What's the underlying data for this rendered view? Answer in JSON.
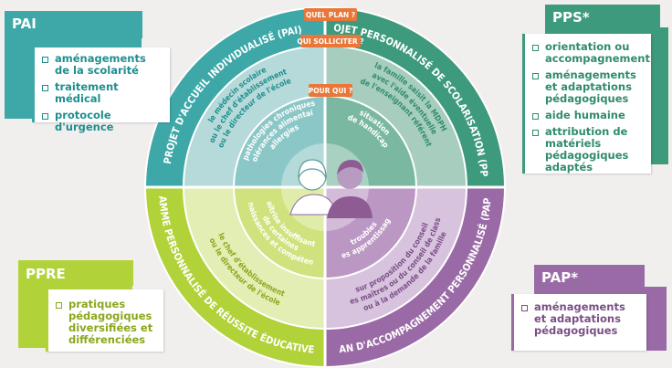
{
  "colors": {
    "teal": "#3ea8a9",
    "green": "#3e9a7c",
    "lime": "#b2d23a",
    "purple": "#9a6aa6",
    "orange": "#e9773a",
    "tab_yellow": "#ccd34a",
    "tab_purple": "#b493c5",
    "text_teal": "#1f8e8f",
    "text_green": "#2f8c6c",
    "text_lime": "#8aa71c",
    "text_purple": "#7a4f87"
  },
  "cards": {
    "pai": {
      "title": "PAI",
      "items": [
        "aménagements de la scolarité",
        "traitement médical",
        "protocole d'urgence"
      ]
    },
    "pps": {
      "title": "PPS*",
      "items": [
        "orientation ou accompagnement",
        "aménagements et adaptations pédagogiques",
        "aide humaine",
        "attribution de matériels pédagogiques adaptés"
      ]
    },
    "ppre": {
      "title": "PPRE",
      "items": [
        "pratiques pédagogiques diversifiées et différenciées"
      ]
    },
    "pap": {
      "title": "PAP*",
      "items": [
        "aménagements et adaptations pédagogiques"
      ]
    }
  },
  "badges": {
    "quel_plan": "QUEL PLAN ?",
    "qui_solliciter": "QUI SOLLICITER ?",
    "pour_qui": "POUR QUI ?"
  },
  "outer_ring": {
    "pai": "PROJET D'ACCUEIL INDIVIDUALISÉ (PAI)",
    "pps": "PROJET PERSONNALISÉ DE SCOLARISATION (PPS)*",
    "ppre": "PROGRAMME PERSONNALISÉ DE RÉUSSITE ÉDUCATIVE (PPRE)",
    "pap": "PLAN D'ACCOMPAGNEMENT PERSONNALISÉ (PAP)*"
  },
  "middle_ring": {
    "pai": [
      "le médecin scolaire",
      "ou le chef d'établissement",
      "ou le directeur de l'école"
    ],
    "pps": [
      "la famille saisit la MDPH",
      "avec l'aide éventuelle",
      "de l'enseignant référent"
    ],
    "ppre": [
      "le chef d'établissement",
      "ou le directeur de l'école"
    ],
    "pap": [
      "sur proposition du conseil",
      "des maîtres ou du conseil de classe",
      "ou à la demande de la famille"
    ]
  },
  "inner_ring": {
    "pai": [
      "pathologies chroniques",
      "intolérances alimentaires",
      "allergies"
    ],
    "pps": [
      "situation",
      "de handicap"
    ],
    "ppre": [
      "maîtrise insuffisante",
      "de certaines",
      "connaissances et compétences"
    ],
    "pap": [
      "troubles",
      "des apprentissages"
    ]
  }
}
